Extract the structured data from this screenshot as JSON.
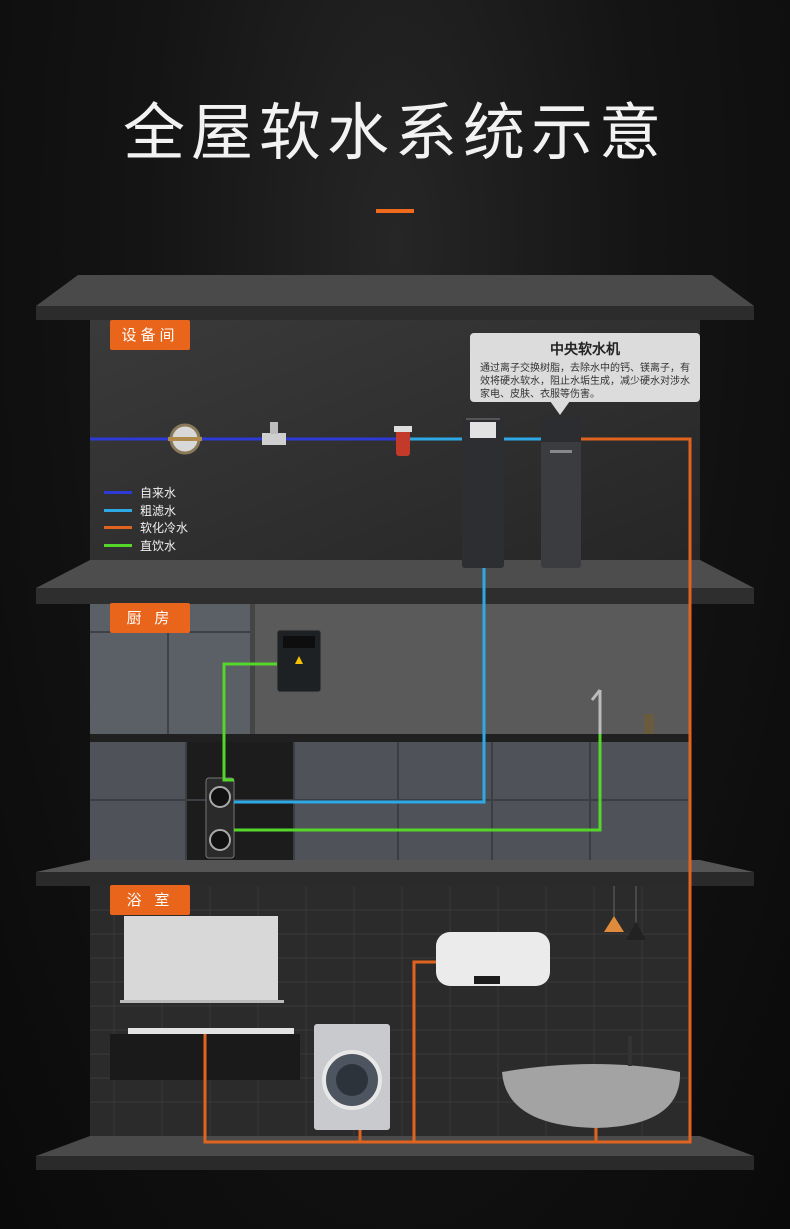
{
  "title": "全屋软水系统示意",
  "rooms": {
    "equipment": "设备间",
    "kitchen": "厨 房",
    "bathroom": "浴 室"
  },
  "legend": [
    {
      "label": "自来水",
      "color": "#2d3ad6"
    },
    {
      "label": "粗滤水",
      "color": "#2fa8e6"
    },
    {
      "label": "软化冷水",
      "color": "#e0641f"
    },
    {
      "label": "直饮水",
      "color": "#55d62b"
    }
  ],
  "callout": {
    "title": "中央软水机",
    "body": "通过离子交换树脂，去除水中的钙、镁离子，有效将硬水软水，阻止水垢生成，减少硬水对涉水家电、皮肤、衣服等伤害。"
  },
  "colors": {
    "accent": "#e8651b",
    "tap_water": "#2d3ad6",
    "filtered_water": "#2fa8e6",
    "soft_water": "#e0641f",
    "drinking_water": "#55d62b"
  }
}
